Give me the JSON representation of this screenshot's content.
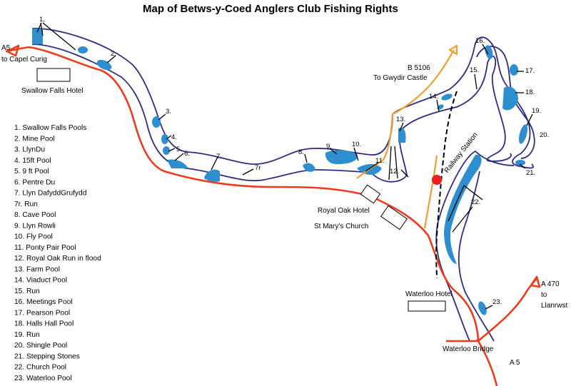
{
  "title": "Map of Betws-y-Coed Anglers Club  Fishing Rights",
  "roads": {
    "a5_west_number": "A5",
    "a5_west_dest": "to Capel Curig",
    "b5106_number": "B 5106",
    "b5106_dest": "To Gwydir Castle",
    "a470_number": "A 470",
    "a470_to": "to",
    "a470_dest": "Llanrwst",
    "a5_south": "A 5",
    "railway": "Railway Station"
  },
  "places": {
    "swallow_falls_hotel": "Swallow Falls Hotel",
    "royal_oak_hotel": "Royal Oak Hotel",
    "st_marys_church": "St Mary's Church",
    "waterloo_hotel": "Waterloo Hotel",
    "waterloo_bridge": "Waterloo Bridge"
  },
  "pool_numbers": {
    "n1": "1.",
    "n2": "2.",
    "n3": "3.",
    "n4": "4.",
    "n5": "5.",
    "n6": "6.",
    "n7": "7.",
    "n7r": "7r",
    "n8": "8.",
    "n9": "9.",
    "n10": "10.",
    "n11": "11.",
    "n12": "12.",
    "n13": "13.",
    "n14": "14.",
    "n15": "15.",
    "n16": "16.",
    "n17": "17.",
    "n18": "18.",
    "n19": "19.",
    "n20": "20.",
    "n21": "21.",
    "n22": "22.",
    "n23": "23."
  },
  "legend": [
    "1. Swallow Falls Pools",
    "2. Mine Pool",
    "3. LlynDu",
    "4. 15ft Pool",
    "5. 9 ft Pool",
    "6. Pentre Du",
    "7. Llyn DafyddGrufydd",
    "7r. Run",
    "8. Cave Pool",
    "9. Llyn Rowli",
    "10. Fly Pool",
    "11. Ponty Pair Pool",
    "12. Royal Oak Run in flood",
    "13. Farm Pool",
    "14. Viaduct Pool",
    "15. Run",
    "16. Meetings Pool",
    "17. Pearson Pool",
    "18. Halls Hall Pool",
    "19. Run",
    "20. Shingle Pool",
    "21. Stepping Stones",
    "22. Church Pool",
    "23. Waterloo Pool"
  ],
  "colors": {
    "river": "#2b2d86",
    "pool": "#2e8fd0",
    "main_road": "#ee3b1b",
    "b_road": "#f29d33",
    "station": "#ee1c1c"
  }
}
